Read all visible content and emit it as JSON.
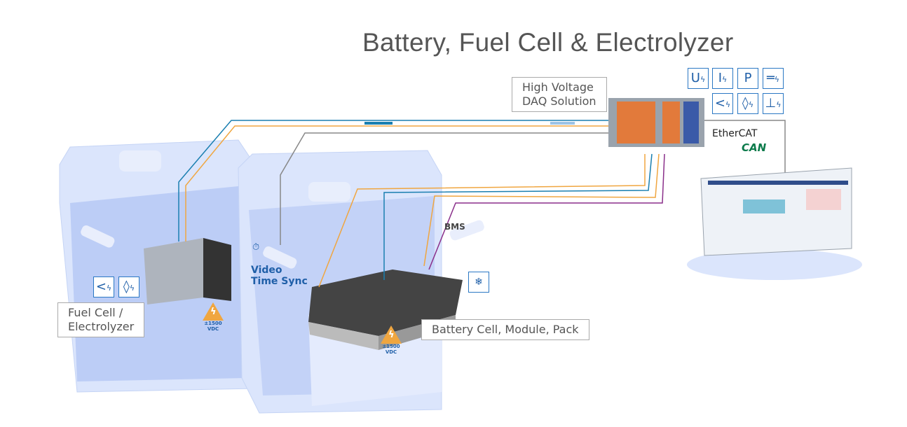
{
  "title": "Battery, Fuel Cell & Electrolyzer",
  "daq": {
    "label_line1": "High Voltage",
    "label_line2": "DAQ Solution"
  },
  "measurement_icons": [
    {
      "name": "voltage-icon",
      "text": "U"
    },
    {
      "name": "current-icon",
      "text": "I"
    },
    {
      "name": "power-icon",
      "text": "P"
    },
    {
      "name": "capacitor-icon",
      "text": "═"
    },
    {
      "name": "thermocouple-icon",
      "text": "<"
    },
    {
      "name": "strain-icon",
      "text": "◊"
    },
    {
      "name": "resistance-icon",
      "text": "⊥"
    }
  ],
  "protocols": {
    "ethercat": "EtherCAT",
    "can": "CAN"
  },
  "fuel_cell": {
    "label_line1": "Fuel Cell /",
    "label_line2": "Electrolyzer",
    "voltage": "±1500 VDC"
  },
  "battery": {
    "label": "Battery Cell, Module, Pack",
    "voltage": "±1500 VDC"
  },
  "bms": "BMS",
  "video": {
    "line1": "Video",
    "line2": "Time Sync"
  },
  "colors": {
    "accent_blue": "#1f5fa8",
    "orange": "#f0a640",
    "purple": "#8a2f8a",
    "teal": "#1a7fb0",
    "box_fill": "#d6e2fb"
  }
}
